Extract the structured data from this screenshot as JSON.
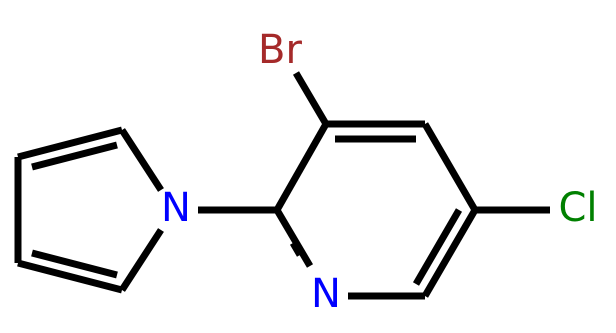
{
  "atoms": {
    "br": {
      "label": "Br",
      "color": "#a52a2a"
    },
    "cl": {
      "label": "Cl",
      "color": "#008000"
    },
    "n_pyridine": {
      "label": "N",
      "color": "#0000ff"
    },
    "n_pyrrole": {
      "label": "N",
      "color": "#0000ff"
    }
  },
  "bond_color": "#000000"
}
